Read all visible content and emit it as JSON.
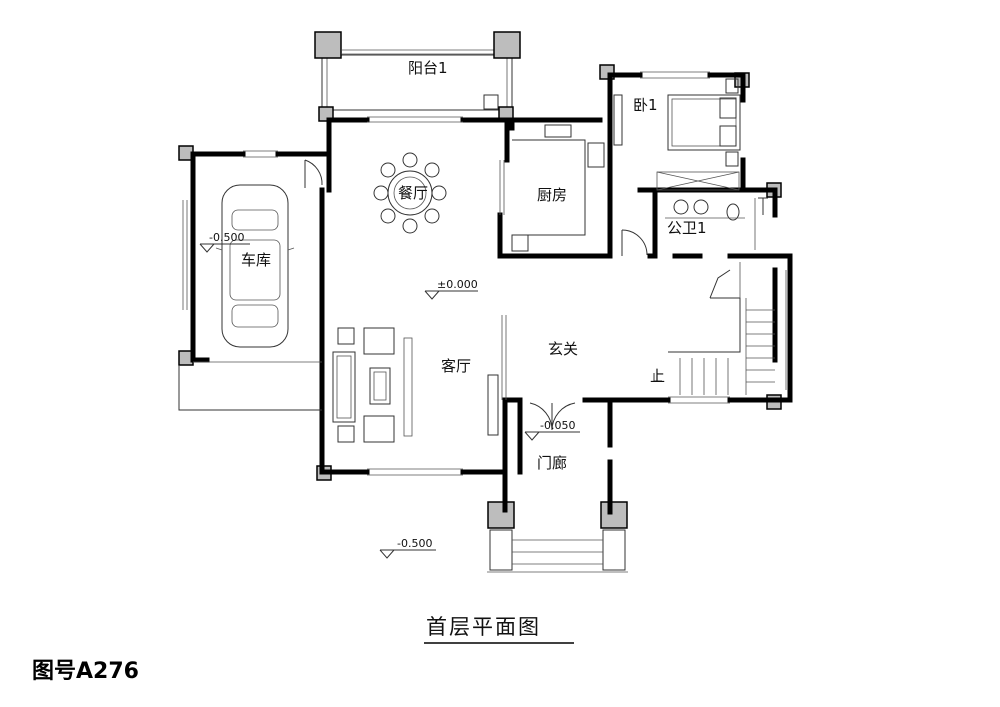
{
  "drawing": {
    "title": "首层平面图",
    "drawing_number": "图号A276"
  },
  "rooms": {
    "balcony": "阳台1",
    "bedroom": "卧1",
    "kitchen": "厨房",
    "dining": "餐厅",
    "garage": "车库",
    "bathroom": "公卫1",
    "living": "客厅",
    "foyer": "玄关",
    "porch": "门廊"
  },
  "levels": {
    "garage": "-0.500",
    "living": "±0.000",
    "porch": "-0.050",
    "exterior": "-0.500"
  },
  "stair_mark": "上"
}
